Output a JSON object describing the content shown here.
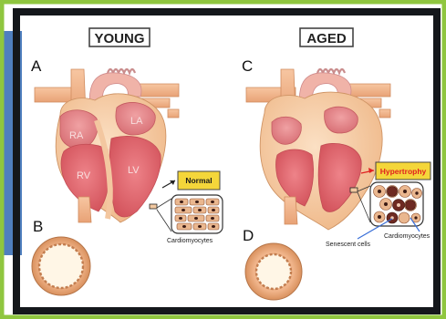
{
  "panels": {
    "young": {
      "title": "YOUNG",
      "heart_letter": "A",
      "vessel_letter": "B",
      "labels": {
        "ra": "RA",
        "la": "LA",
        "rv": "RV",
        "lv": "LV"
      },
      "status": "Normal",
      "cells_label": "Cardiomyocytes"
    },
    "aged": {
      "title": "AGED",
      "heart_letter": "C",
      "vessel_letter": "D",
      "status": "Hypertrophy",
      "senescent_label": "Senescent cells",
      "cells_label": "Cardiomyocytes"
    }
  },
  "colors": {
    "frame_outer": "#4f7fbf",
    "frame_green": "#8fc63f",
    "frame_dark": "#14171b",
    "vessel": "#f2b58e",
    "heart_body": "#f7cfaa",
    "ventricle": "#e0666c",
    "atrium": "#ea8a8d",
    "normal_box": "#f4d63a",
    "hypertrophy_box": "#f4d63a",
    "hypertrophy_text": "#e02020",
    "senescent_cell": "#6e2a22",
    "callout_line": "#3a6fd8"
  }
}
